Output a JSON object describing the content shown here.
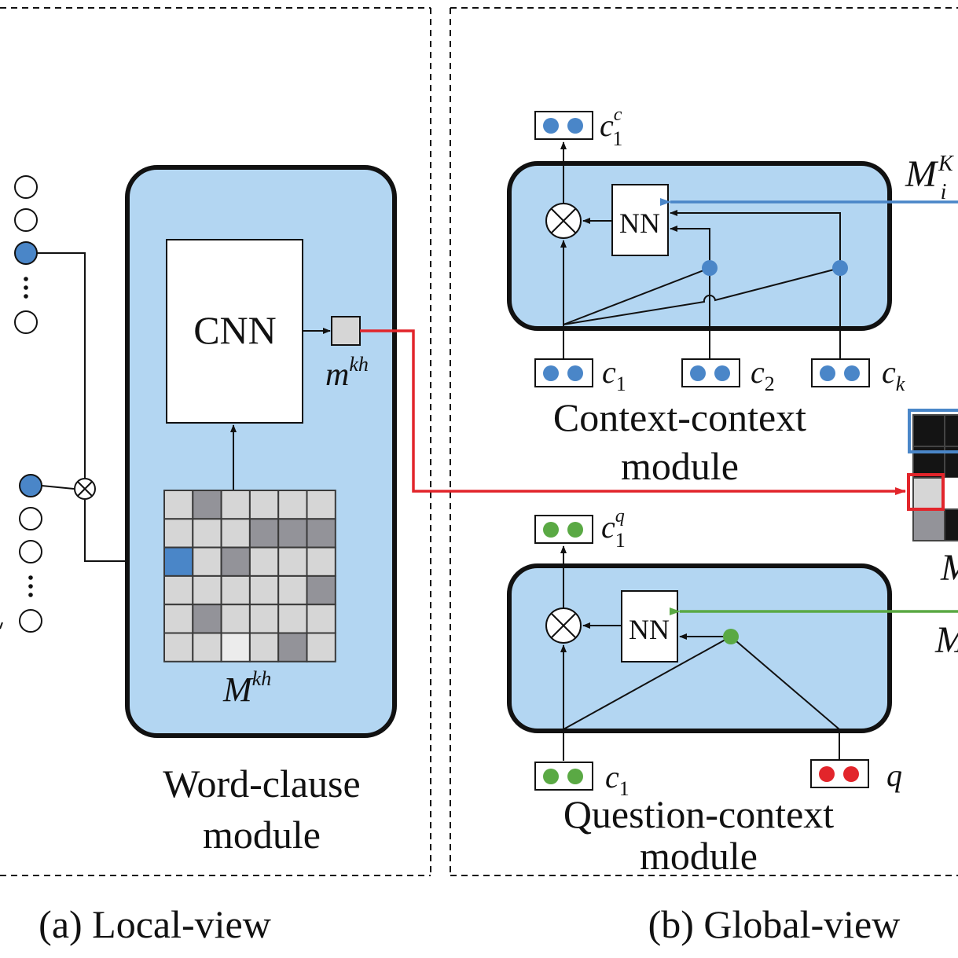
{
  "colors": {
    "module_fill": "#b3d6f2",
    "blue": "#4a86c8",
    "green": "#5aa944",
    "red": "#e2252b",
    "grid_light": "#d6d6d6",
    "grid_dark": "#939399",
    "dark_cell": "#141414"
  },
  "local": {
    "caption": "(a) Local-view",
    "cnn_label": "CNN",
    "output_var": "m",
    "output_sup": "kh",
    "matrix_var": "M",
    "matrix_sup": "kh",
    "module_line1": "Word-clause",
    "module_line2": "module"
  },
  "global": {
    "caption": "(b) Global-view",
    "cc": {
      "nn_label": "NN",
      "out_var": "c",
      "out_sup": "c",
      "out_sub": "1",
      "in1_var": "c",
      "in1_sub": "1",
      "in2_var": "c",
      "in2_sub": "2",
      "in3_var": "c",
      "in3_sub": "k",
      "side_var": "M",
      "side_sup": "K",
      "side_sub": "i",
      "label_line1": "Context-context",
      "label_line2": "module"
    },
    "qc": {
      "nn_label": "NN",
      "out_var": "c",
      "out_sup": "q",
      "out_sub": "1",
      "in1_var": "c",
      "in1_sub": "1",
      "in2_var": "q",
      "side_var": "M",
      "label_line1": "Question-context",
      "label_line2": "module"
    },
    "matrix_var": "M"
  }
}
